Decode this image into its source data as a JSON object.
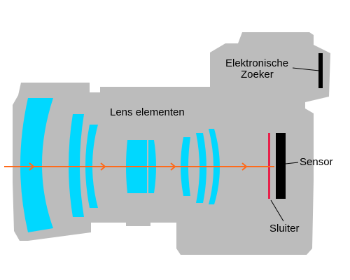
{
  "labels": {
    "viewfinder_line1": "Elektronische",
    "viewfinder_line2": "Zoeker",
    "lens_elements": "Lens elementen",
    "sensor": "Sensor",
    "shutter": "Sluiter"
  },
  "colors": {
    "body": "#bcbcbc",
    "lens": "#00d8ff",
    "light_ray": "#ff6a1a",
    "shutter": "#e8204a",
    "sensor": "#000000",
    "viewfinder": "#000000"
  }
}
